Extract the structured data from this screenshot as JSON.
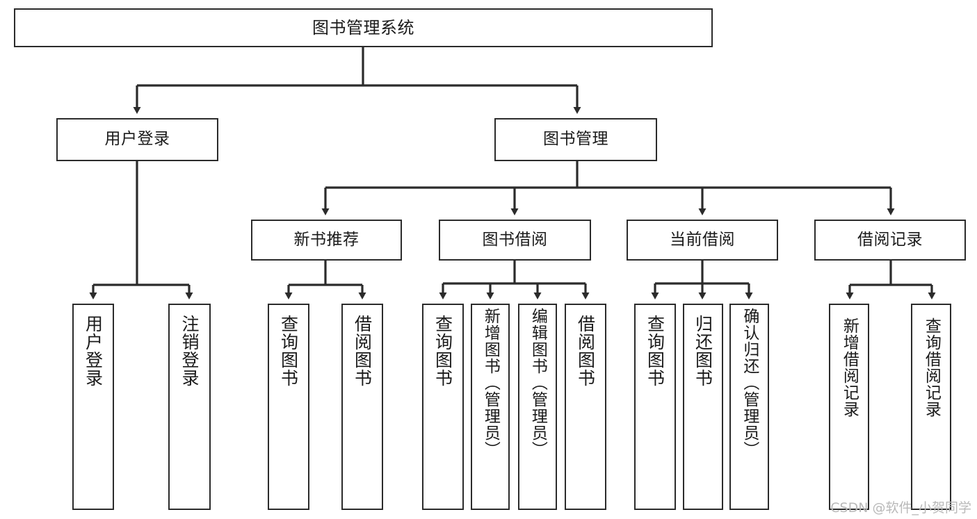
{
  "diagram": {
    "title": "图书管理系统",
    "type": "tree-hierarchy-diagram",
    "watermark": "CSDN @软件_小贺同学",
    "colors": {
      "box_border": "#2b2b2b",
      "box_fill": "#ffffff",
      "connector": "#2b2b2b",
      "text": "#1a1a1a",
      "watermark": "#b9b9b9",
      "background": "#ffffff"
    },
    "nodes": {
      "root": {
        "label": "图书管理系统"
      },
      "level2": [
        {
          "label": "用户登录"
        },
        {
          "label": "图书管理"
        }
      ],
      "level3": [
        {
          "label": "新书推荐"
        },
        {
          "label": "图书借阅"
        },
        {
          "label": "当前借阅"
        },
        {
          "label": "借阅记录"
        }
      ],
      "leaves_user_login": [
        {
          "label": "用户登录"
        },
        {
          "label": "注销登录"
        }
      ],
      "leaves_new_book": [
        {
          "label": "查询图书"
        },
        {
          "label": "借阅图书"
        }
      ],
      "leaves_borrow": [
        {
          "label": "查询图书"
        },
        {
          "label": "新增图书（管理员）"
        },
        {
          "label": "编辑图书（管理员）"
        },
        {
          "label": "借阅图书"
        }
      ],
      "leaves_current": [
        {
          "label": "查询图书"
        },
        {
          "label": "归还图书"
        },
        {
          "label": "确认归还（管理员）"
        }
      ],
      "leaves_record": [
        {
          "label": "新增借阅记录"
        },
        {
          "label": "查询借阅记录"
        }
      ]
    }
  }
}
